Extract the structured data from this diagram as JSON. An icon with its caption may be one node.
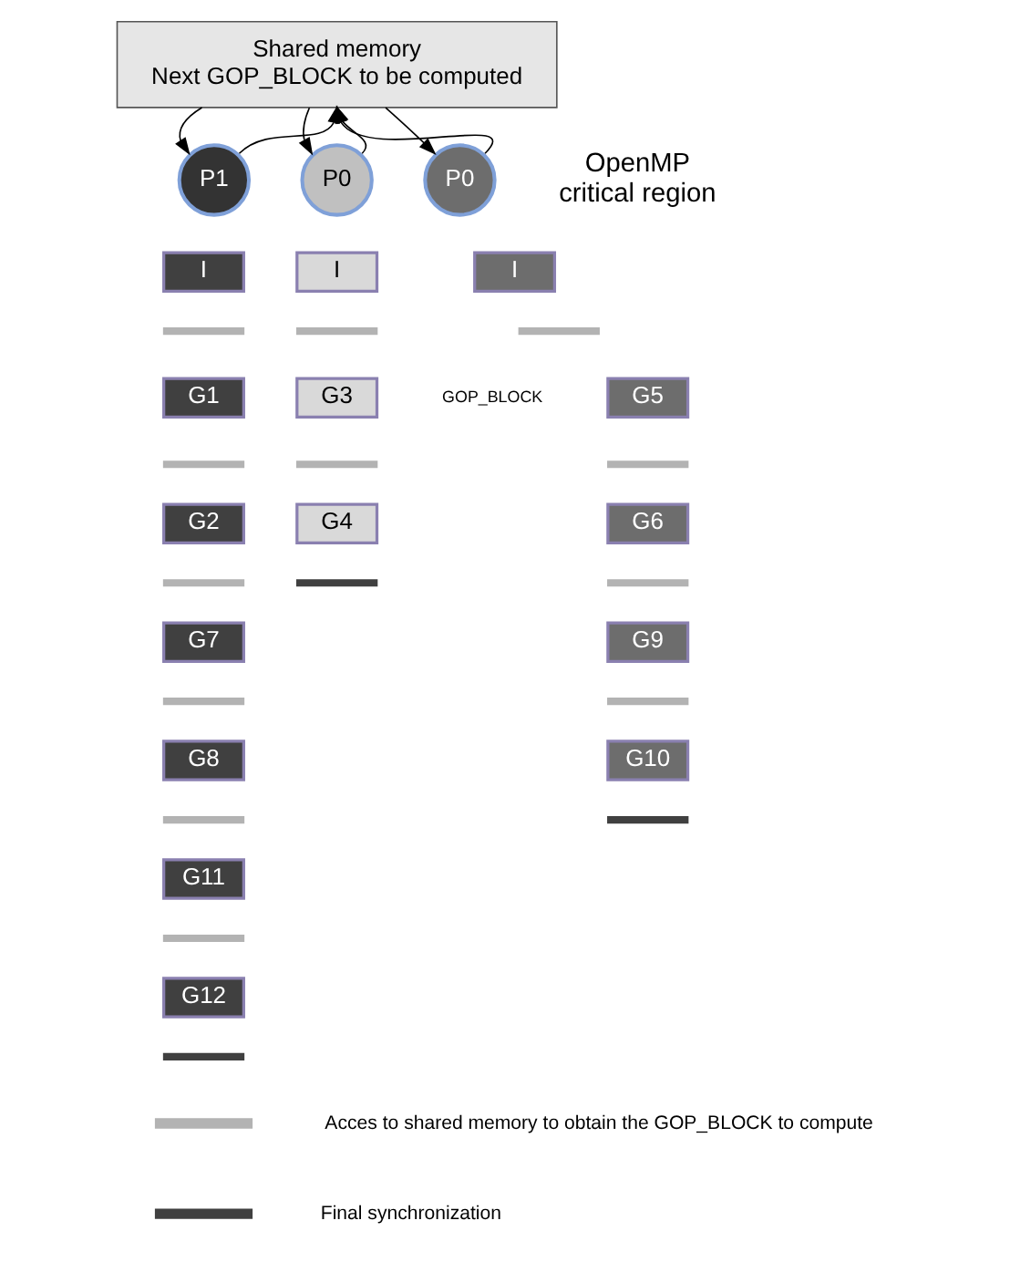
{
  "diagram": {
    "nodes": [
      {
        "text": [
          "Shared memory",
          "Next GOP_BLOCK to be computed"
        ]
      },
      {
        "text": [
          "P0"
        ]
      },
      {
        "text": [
          "P1"
        ]
      },
      {
        "text": [
          "P0"
        ]
      },
      {
        "text": [
          "I"
        ]
      },
      {
        "text": [
          "G5"
        ]
      },
      {
        "text": [
          "G6"
        ]
      },
      {
        "text": [
          "G9"
        ]
      },
      {
        "text": [
          "G10"
        ]
      },
      {
        "text": [
          "I"
        ]
      },
      {
        "text": [
          "G1"
        ]
      },
      {
        "text": [
          "G2"
        ]
      },
      {
        "text": [
          "G7"
        ]
      },
      {
        "text": [
          "G8"
        ]
      },
      {
        "text": [
          "G11"
        ]
      },
      {
        "text": [
          "G12"
        ]
      },
      {
        "text": [
          "I"
        ]
      },
      {
        "text": [
          "G3"
        ]
      },
      {
        "text": [
          "G4"
        ]
      }
    ],
    "edges": [
      {
        "from": 0,
        "to": 1,
        "arrow": "to"
      },
      {
        "from": 1,
        "to": 0,
        "arrow": "to"
      },
      {
        "from": 0,
        "to": 2,
        "arrow": "to"
      },
      {
        "from": 2,
        "to": 0,
        "arrow": "to"
      },
      {
        "from": 0,
        "to": 3,
        "arrow": "to"
      },
      {
        "from": 3,
        "to": 0,
        "arrow": "to"
      }
    ],
    "labels": [
      "OpenMP critical region",
      "GOP_BLOCK"
    ],
    "legend": [
      {
        "text": "Acces to shared memory to obtain the GOP_BLOCK to compute",
        "color": "#b3b3b3"
      },
      {
        "text": "Final synchronization",
        "color": "#404040"
      }
    ]
  }
}
